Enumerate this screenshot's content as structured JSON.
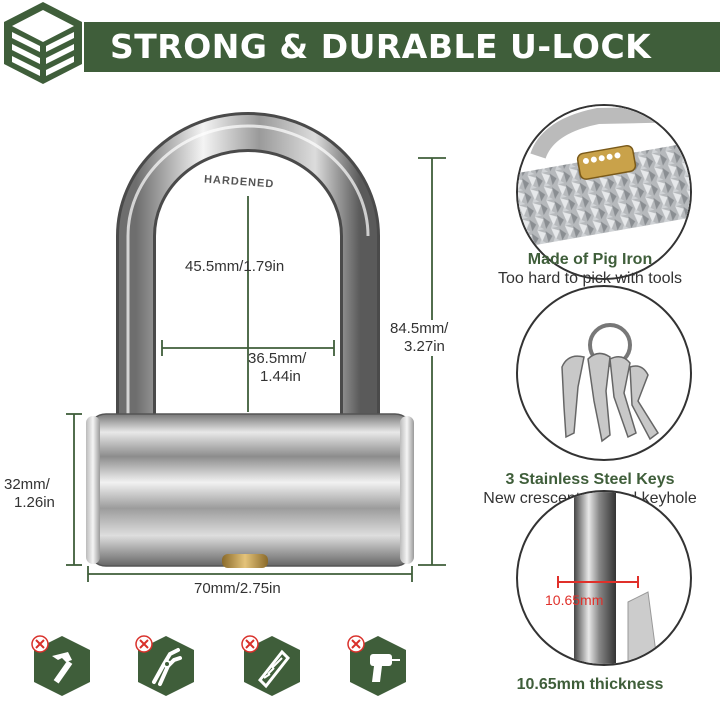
{
  "header": {
    "title": "STRONG & DURABLE U-LOCK"
  },
  "dimensions": {
    "inner_height": "45.5mm/1.79in",
    "inner_width": [
      "36.5mm/",
      "1.44in"
    ],
    "total_height": [
      "84.5mm/",
      "3.27in"
    ],
    "body_height": [
      "32mm/",
      "1.26in"
    ],
    "body_width": "70mm/2.75in",
    "shackle_mark": "HARDENED"
  },
  "features": [
    {
      "title": "Made of Pig Iron",
      "subtitle": "Too hard to pick with tools"
    },
    {
      "title": "3 Stainless Steel Keys",
      "subtitle": "New crescent shaped keyhole"
    },
    {
      "callout": "10.65mm",
      "caption": "10.65mm thickness"
    }
  ],
  "resist_icons": [
    "hammer-icon",
    "pliers-icon",
    "saw-icon",
    "drill-icon"
  ],
  "colors": {
    "brand_green": "#3f5e3a",
    "forbidden_red": "#d9302a",
    "callout_red": "#e0302a"
  }
}
